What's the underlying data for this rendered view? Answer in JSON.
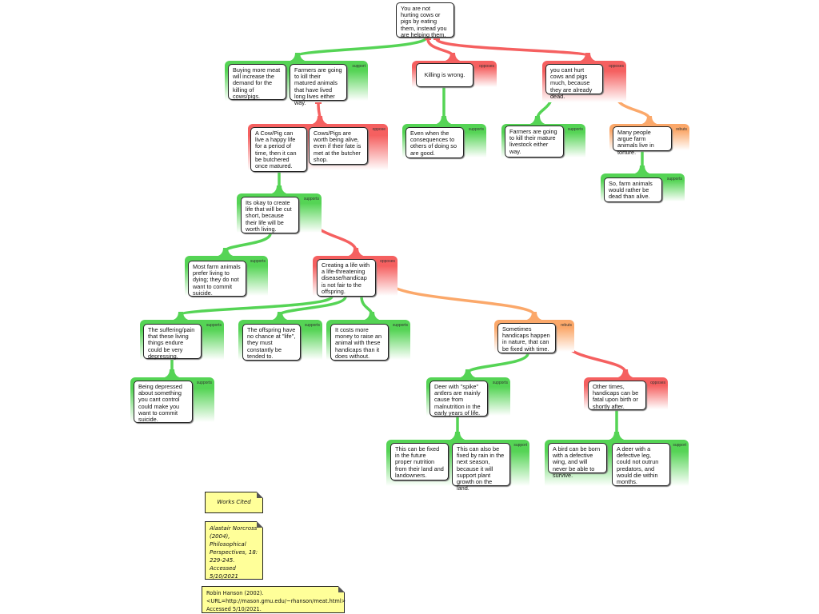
{
  "colors": {
    "supports": "#55d455",
    "opposes": "#f56060",
    "rebuts": "#fba86a"
  },
  "root": "You are not hurting cows or pigs by eating them, instead you are helping them.",
  "groups": [
    {
      "type": "supports",
      "label": "support",
      "claims": [
        "Buying more meat will increase the demand for the killing of cows/pigs.",
        "Farmers are going to kill their matured animals that have lived long lives either way."
      ]
    },
    {
      "type": "opposes",
      "label": "opposes",
      "claims": [
        "Killing is wrong."
      ]
    },
    {
      "type": "opposes",
      "label": "opposes",
      "claims": [
        "you cant hurt cows and pigs much, because they are already dead."
      ]
    },
    {
      "type": "opposes",
      "label": "oppose",
      "claims": [
        "A Cow/Pig can live a happy life for a period of time, then it can be butchered once matured.",
        "Cows/Pigs are worth being alive, even if their fate is met at the butcher shop."
      ]
    },
    {
      "type": "supports",
      "label": "supports",
      "claims": [
        "Even when the consequences to others of doing so are good."
      ]
    },
    {
      "type": "supports",
      "label": "supports",
      "claims": [
        "Farmers are going to kill their mature livestock either way."
      ]
    },
    {
      "type": "rebuts",
      "label": "rebuts",
      "claims": [
        "Many people argue farm animals live in torture."
      ]
    },
    {
      "type": "supports",
      "label": "supports",
      "claims": [
        "So, farm animals would rather be dead than alive."
      ]
    },
    {
      "type": "supports",
      "label": "supports",
      "claims": [
        "Its okay to create life that will be cut short, because their life will be worth living."
      ]
    },
    {
      "type": "supports",
      "label": "supports",
      "claims": [
        "Most farm animals prefer living to dying; they do not want to commit suicide."
      ]
    },
    {
      "type": "opposes",
      "label": "opposes",
      "claims": [
        "Creating a life with a life-threatening disease/handicap is not fair to the offspring."
      ]
    },
    {
      "type": "supports",
      "label": "supports",
      "claims": [
        "The suffering/pain that these living things endure could be very depressing."
      ]
    },
    {
      "type": "supports",
      "label": "supports",
      "claims": [
        "The offspring have no chance at \"life\", they must constantly be tended to."
      ]
    },
    {
      "type": "supports",
      "label": "supports",
      "claims": [
        "It costs more money to raise an animal with these handicaps than it does without."
      ]
    },
    {
      "type": "rebuts",
      "label": "rebuts",
      "claims": [
        "Sometimes handicaps happen in nature, that can be fixed with time."
      ]
    },
    {
      "type": "supports",
      "label": "supports",
      "claims": [
        "Being depressed about something you cant control could make you want to commit suicide."
      ]
    },
    {
      "type": "supports",
      "label": "supports",
      "claims": [
        "Deer with \"spike\" antlers are mainly cause from malnutrition in the early years of life."
      ]
    },
    {
      "type": "opposes",
      "label": "opposes",
      "claims": [
        "Other times, handicaps can be fatal upon birth or shortly after."
      ]
    },
    {
      "type": "supports",
      "label": "support",
      "claims": [
        "This can be fixed in the future proper nutrition from their land and landowners.",
        "This can also be fixed by rain in the next season, because it will support plant growth on the land."
      ]
    },
    {
      "type": "supports",
      "label": "support",
      "claims": [
        "A bird can be born with a defective wing, and will never be able to survive.",
        "A deer with a defective leg, could not outrun predators, and would die within months."
      ]
    }
  ],
  "notes": [
    "Works Cited",
    "Alastair Norcross (2004), Philosophical Perspectives, 18: 229-245. Accessed 5/10/2021",
    "Robin Hanson (2002). <URL=http://mason.gmu.edu/~rhanson/meat.html> Accessed 5/10/2021."
  ]
}
